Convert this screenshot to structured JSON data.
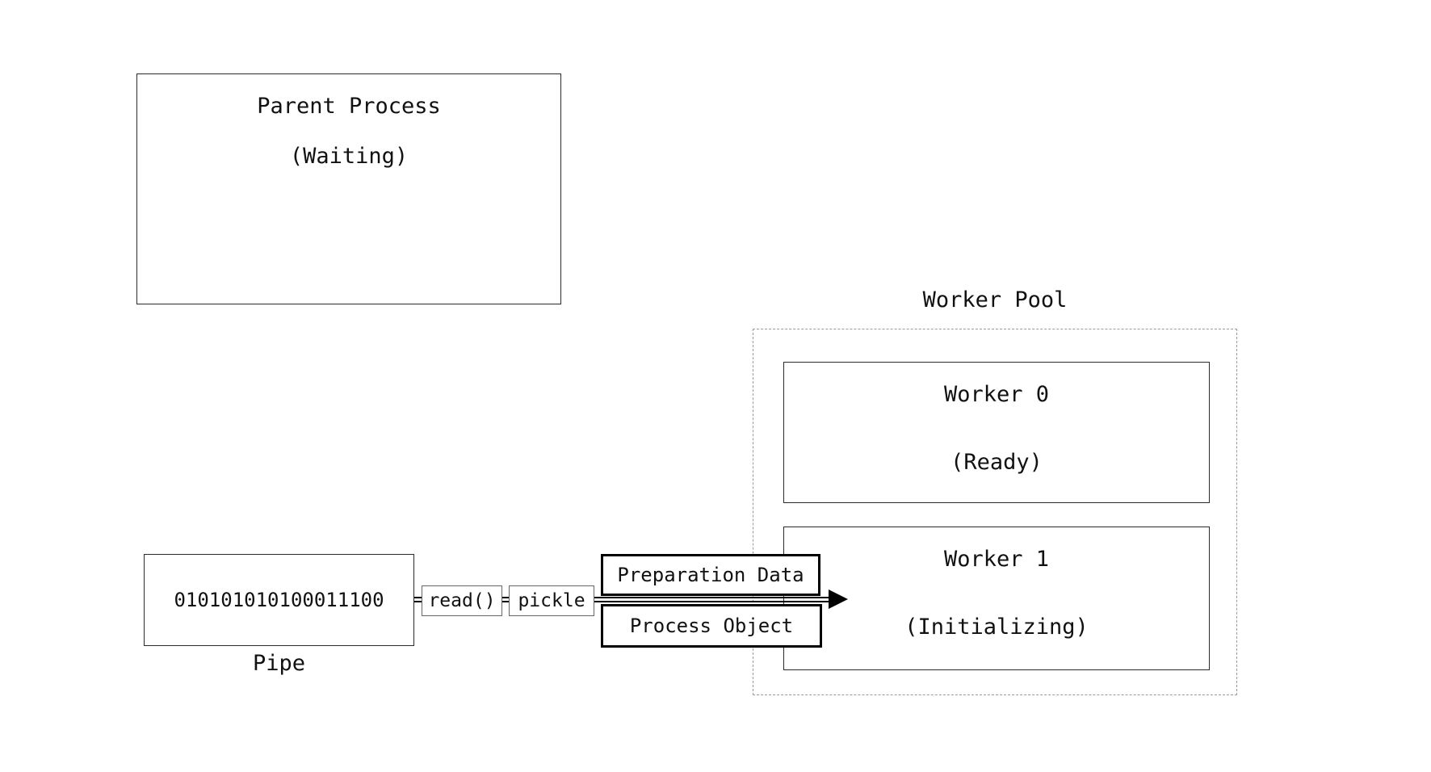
{
  "parent_process": {
    "title": "Parent Process",
    "status": "(Waiting)"
  },
  "worker_pool": {
    "label": "Worker Pool",
    "workers": [
      {
        "title": "Worker 0",
        "status": "(Ready)"
      },
      {
        "title": "Worker 1",
        "status": "(Initializing)"
      }
    ]
  },
  "pipe": {
    "data": "010101010100011100",
    "label": "Pipe"
  },
  "transfer": {
    "read": "read()",
    "pickle": "pickle",
    "payload_top": "Preparation Data",
    "payload_bottom": "Process Object"
  },
  "colors": {
    "line": "#000000",
    "box_border": "#2a2a2a",
    "dashed_border": "#9a9a9a",
    "background": "#ffffff"
  }
}
